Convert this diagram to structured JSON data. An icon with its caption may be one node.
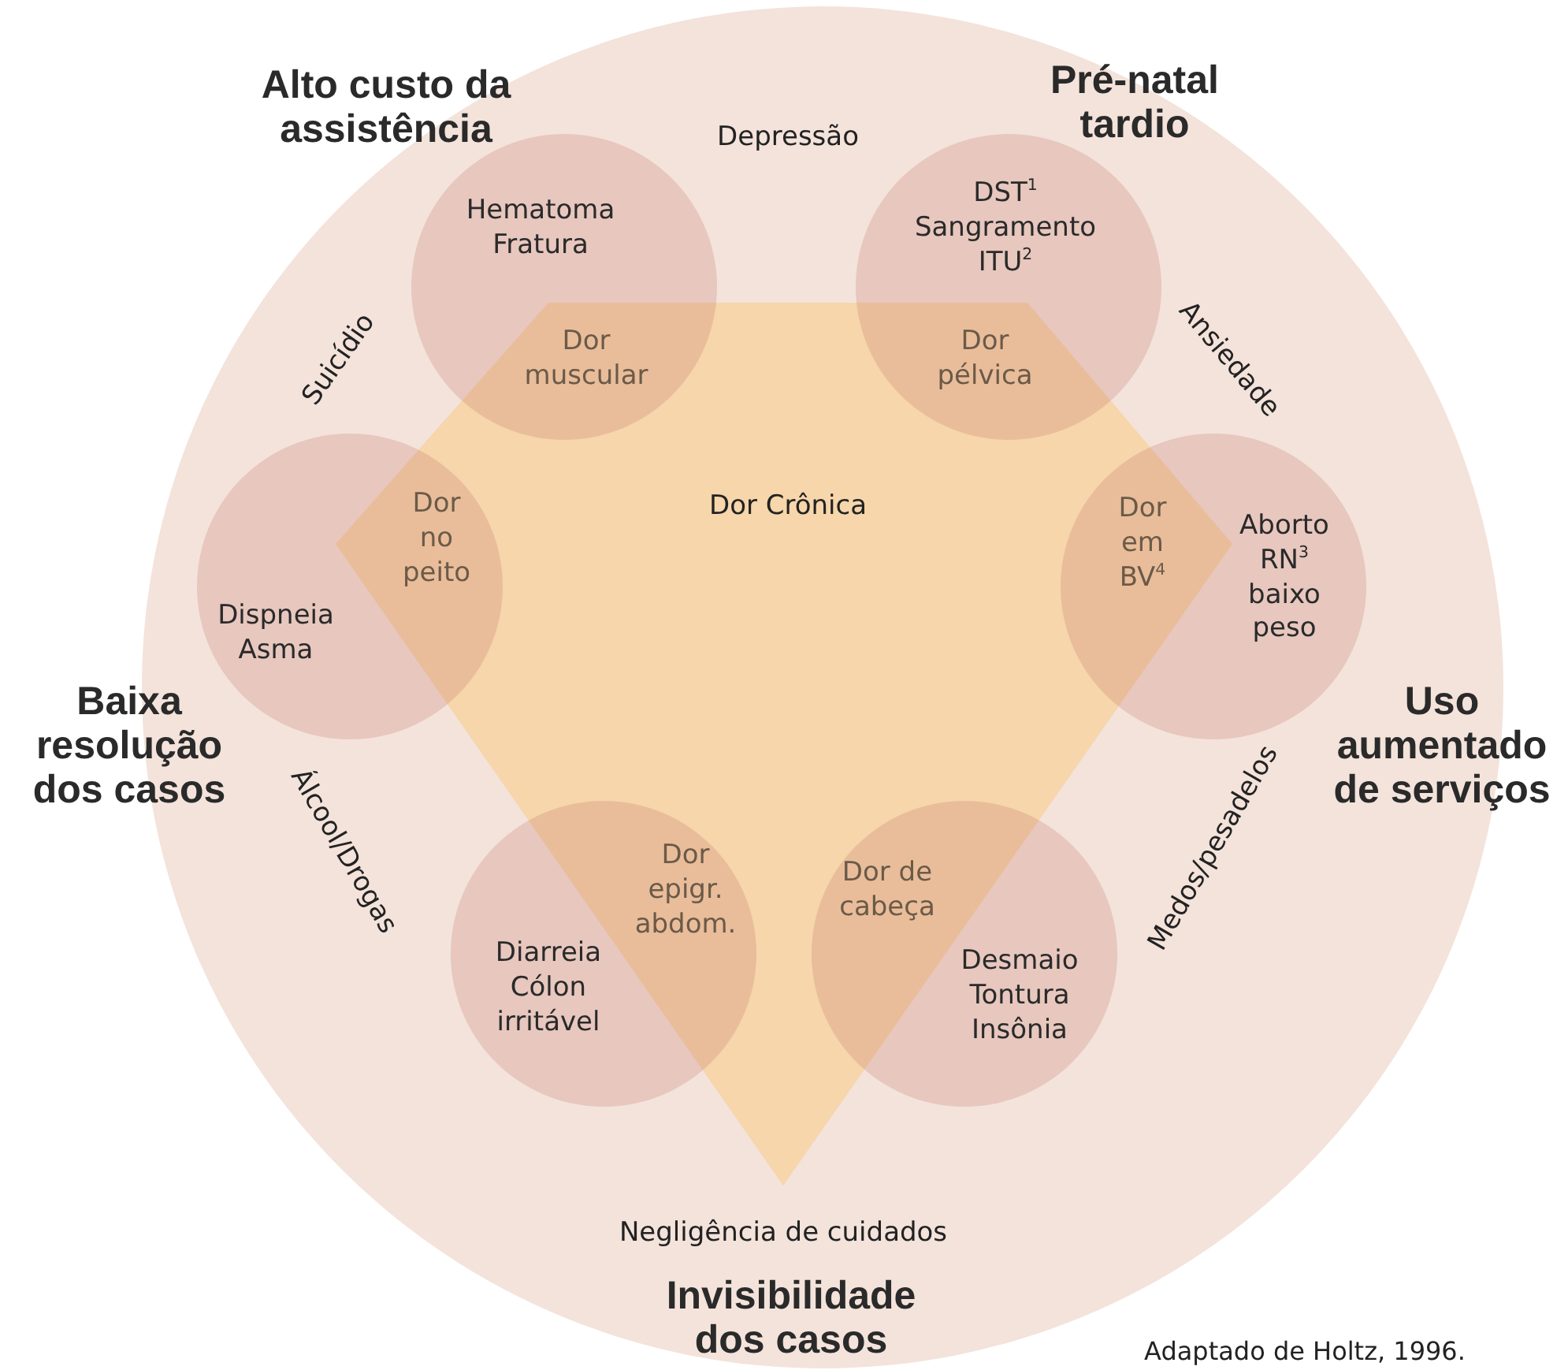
{
  "diagram": {
    "nodes": [
      {
        "text": [],
        "shape": "circle"
      },
      {
        "text": [
          "Dor Crônica"
        ],
        "in": 0
      },
      {
        "text": [
          "Hematoma Fratura",
          "Dor muscular"
        ],
        "in": 0
      },
      {
        "text": [
          "DST$^{1}$ Sangramento ITU$^{2}$",
          "Dor pélvica"
        ],
        "in": 0
      },
      {
        "text": [
          "Dispneia Asma",
          "Dor no peito"
        ],
        "in": 0
      },
      {
        "text": [
          "Dor em BV$^{4}$",
          "Aborto RN$^{3}$ baixo peso"
        ],
        "in": 0
      },
      {
        "text": [
          "Diarreia Cólon irritável",
          "Dor epigr. abdom."
        ],
        "in": 0
      },
      {
        "text": [
          "Dor de cabeça",
          "Desmaio Tontura Insônia"
        ],
        "in": 0
      }
    ],
    "labels": [
      "Alto custo da assistência",
      "Depressão",
      "Pré-natal tardio",
      "Suicídio",
      "Ansiedade",
      "Baixa resolução dos casos",
      "Uso aumentado de serviços",
      "Álcool/Drogas",
      "Medos/pesadelos",
      "Negligência de cuidados",
      "Invisibilidade dos casos",
      "Adaptado de Holtz, 1996."
    ]
  }
}
